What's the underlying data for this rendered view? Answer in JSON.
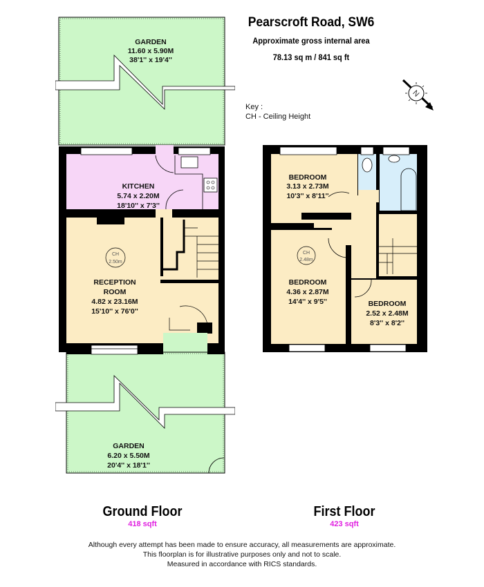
{
  "header": {
    "title": "Pearscroft Road, SW6",
    "subtitle": "Approximate gross internal area",
    "total_area": "78.13 sq m / 841 sq ft"
  },
  "key": {
    "heading": "Key :",
    "items": [
      "CH - Ceiling Height"
    ]
  },
  "compass": {
    "label": "N",
    "icon": "north-arrow-icon"
  },
  "colors": {
    "garden": "#ccf7c8",
    "kitchen": "#f7d6f7",
    "living": "#fcecc4",
    "bathroom": "#d7eefa",
    "wall": "#000000",
    "sqft_accent": "#e020e0"
  },
  "ground_floor": {
    "label": "Ground Floor",
    "sqft": "418 sqft",
    "rooms": {
      "garden_rear": {
        "name": "GARDEN",
        "metric": "11.60 x 5.90M",
        "imperial": "38'1'' x 19'4''"
      },
      "kitchen": {
        "name": "KITCHEN",
        "metric": "5.74 x 2.20M",
        "imperial": "18'10'' x 7'3''"
      },
      "reception": {
        "name_line1": "RECEPTION",
        "name_line2": "ROOM",
        "metric": "4.82 x 23.16M",
        "imperial": "15'10'' x 76'0''"
      },
      "garden_front": {
        "name": "GARDEN",
        "metric": "6.20 x 5.50M",
        "imperial": "20'4'' x 18'1''"
      }
    },
    "ceiling_height": {
      "label": "CH",
      "value": "2.50m"
    }
  },
  "first_floor": {
    "label": "First Floor",
    "sqft": "423 sqft",
    "rooms": {
      "bedroom1": {
        "name": "BEDROOM",
        "metric": "3.13 x 2.73M",
        "imperial": "10'3'' x 8'11''"
      },
      "bedroom2": {
        "name": "BEDROOM",
        "metric": "4.36 x 2.87M",
        "imperial": "14'4'' x 9'5''"
      },
      "bedroom3": {
        "name": "BEDROOM",
        "metric": "2.52 x 2.48M",
        "imperial": "8'3'' x 8'2''"
      }
    },
    "ceiling_height": {
      "label": "CH",
      "value": "2.48m"
    }
  },
  "disclaimer": {
    "line1": "Although every attempt has been made to ensure accuracy, all measurements are approximate.",
    "line2": "This floorplan is for illustrative purposes only and not to scale.",
    "line3": "Measured in accordance with RICS standards."
  }
}
